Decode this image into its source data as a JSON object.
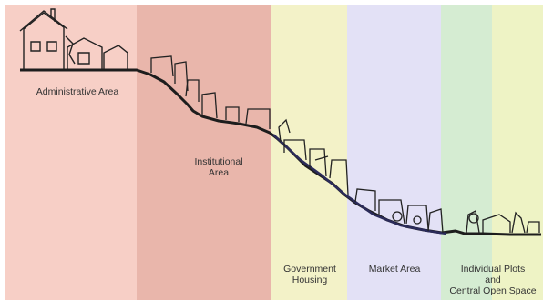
{
  "zones": [
    {
      "label": "Administrative Area",
      "color": "#f7cfc6"
    },
    {
      "label": "Institutional\nArea",
      "color": "#e9b6ab"
    },
    {
      "label": "Government\nHousing",
      "color": "#f3f2c8"
    },
    {
      "label": "Market Area",
      "color": "#e3e1f6"
    },
    {
      "label": "Individual Plots\nand\nCentral Open Space",
      "color": "#d5ecd2"
    },
    {
      "label": "",
      "color": "#eef3c5"
    }
  ]
}
